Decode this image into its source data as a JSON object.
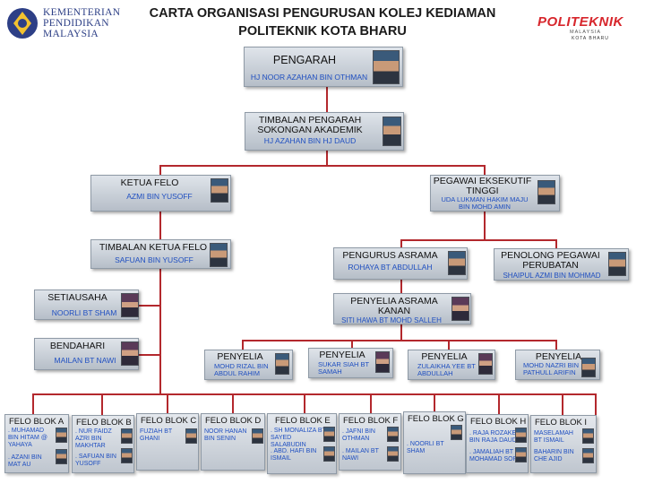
{
  "header": {
    "title_line1": "CARTA ORGANISASI PENGURUSAN KOLEJ KEDIAMAN",
    "title_line2": "POLITEKNIK KOTA BHARU",
    "left_logo_text": [
      "KEMENTERIAN",
      "PENDIDIKAN",
      "MALAYSIA"
    ],
    "right_logo_text": "POLITEKNIK",
    "right_logo_sub1": "MALAYSIA",
    "right_logo_sub2": "KOTA BHARU"
  },
  "colors": {
    "connector": "#b3282d",
    "name_text": "#1f4fc1",
    "box_top": "#dfe4ea",
    "box_bottom": "#b6bec8"
  },
  "nodes": {
    "pengarah": {
      "title": "PENGARAH",
      "name": "HJ NOOR AZAHAN BIN OTHMAN"
    },
    "timbalan_pengarah": {
      "title": "TIMBALAN PENGARAH SOKONGAN AKADEMIK",
      "name": "HJ AZAHAN BIN HJ DAUD"
    },
    "ketua_felo": {
      "title": "KETUA FELO",
      "name": "AZMI BIN YUSOFF"
    },
    "pegawai_eksekutif": {
      "title": "PEGAWAI EKSEKUTIF TINGGI",
      "name": "UDA LUKMAN HAKIM MAJU BIN MOHD AMIN"
    },
    "timbalan_ketua_felo": {
      "title": "TIMBALAN KETUA FELO",
      "name": "SAFUAN BIN YUSOFF"
    },
    "pengurus_asrama": {
      "title": "PENGURUS ASRAMA",
      "name": "ROHAYA BT ABDULLAH"
    },
    "penolong_pegawai": {
      "title": "PENOLONG PEGAWAI PERUBATAN",
      "name": "SHAIPUL AZMI BIN MOHMAD"
    },
    "setiausaha": {
      "title": "SETIAUSAHA",
      "name": "NOORLI BT SHAM"
    },
    "penyelia_kanan": {
      "title": "PENYELIA ASRAMA KANAN",
      "name": "SITI HAWA BT MOHD SALLEH"
    },
    "bendahari": {
      "title": "BENDAHARI",
      "name": "MAILAN BT NAWI"
    },
    "penyelia1": {
      "title": "PENYELIA",
      "name": "MOHD RIZAL BIN ABDUL RAHIM"
    },
    "penyelia2": {
      "title": "PENYELIA",
      "name": "SUKAR SIAH BT SAMAH"
    },
    "penyelia3": {
      "title": "PENYELIA",
      "name": "ZULAIKHA YEE BT ABDULLAH"
    },
    "penyelia4": {
      "title": "PENYELIA",
      "name": "MOHD NAZRI BIN PATHULL ARIFIN"
    }
  },
  "blocks": [
    {
      "title": "FELO BLOK A",
      "members": [
        ". MUHAMAD BIN HITAM @ YAHAYA",
        ". AZANI BIN MAT AU"
      ]
    },
    {
      "title": "FELO BLOK B",
      "members": [
        ". NUR FAIDZ AZRI BIN MAKHTAR",
        ". SAFUAN BIN YUSOFF"
      ]
    },
    {
      "title": "FELO BLOK C",
      "members": [
        "FUZIAH BT GHANI"
      ]
    },
    {
      "title": "FELO BLOK D",
      "members": [
        "NOOR HANAN BIN SENIN"
      ]
    },
    {
      "title": "FELO BLOK E",
      "members": [
        ". SH MONALIZA BT SAYED SALABUDIN",
        ". ABD. HAFI BIN ISMAIL"
      ]
    },
    {
      "title": "FELO BLOK F",
      "members": [
        ". JAFNI BIN OTHMAN",
        ". MAILAN BT NAWI"
      ]
    },
    {
      "title": "FELO BLOK G",
      "members": [
        ". NOORLI BT SHAM"
      ]
    },
    {
      "title": "FELO BLOK H",
      "members": [
        ". RAJA ROZAKE BIN RAJA DAUD",
        ". JAMALIAH BT MOHAMAD SOPI"
      ]
    },
    {
      "title": "FELO BLOK I",
      "members": [
        "MASELAMAH BT ISMAIL",
        "BAHARIN BIN CHE AJID"
      ]
    }
  ]
}
